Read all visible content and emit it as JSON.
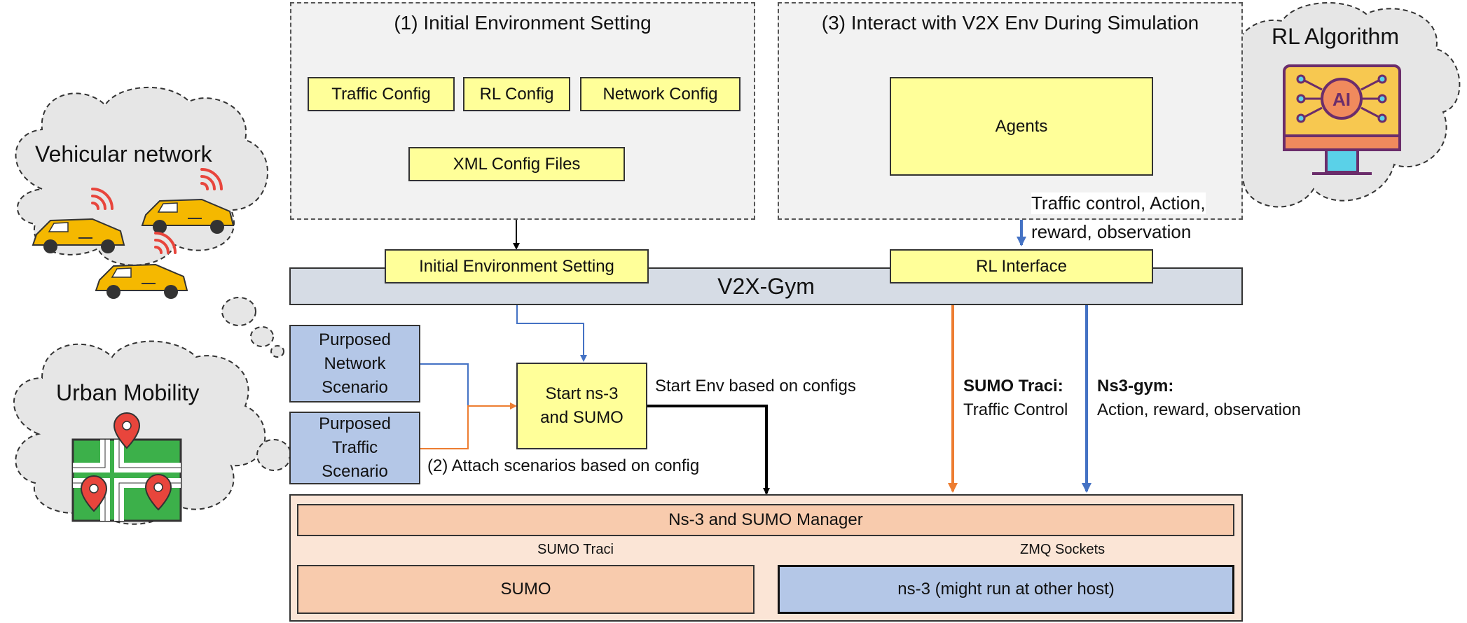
{
  "panels": {
    "initial_env": {
      "title": "(1) Initial Environment Setting"
    },
    "interact": {
      "title": "(3) Interact with V2X Env During Simulation"
    }
  },
  "config_boxes": {
    "traffic": "Traffic Config",
    "rl": "RL Config",
    "network": "Network Config",
    "xml": "XML Config Files"
  },
  "gym": {
    "title": "V2X-Gym",
    "init_setting": "Initial Environment Setting",
    "rl_interface": "RL Interface"
  },
  "agents": {
    "label": "Agents"
  },
  "agent_link_label": [
    "Traffic control, Action,",
    "reward, observation"
  ],
  "scenarios": {
    "network": [
      "Purposed",
      "Network",
      "Scenario"
    ],
    "traffic": [
      "Purposed",
      "Traffic",
      "Scenario"
    ]
  },
  "start_box": [
    "Start ns-3",
    "and SUMO"
  ],
  "labels": {
    "start_env": "Start Env based on configs",
    "attach": "(2) Attach scenarios based on config",
    "sumo_traci_bold": "SUMO Traci:",
    "sumo_traci_sub": "Traffic Control",
    "ns3gym_bold": "Ns3-gym:",
    "ns3gym_sub": "Action, reward, observation"
  },
  "manager": {
    "title": "Ns-3 and SUMO Manager",
    "sumo_traci": "SUMO Traci",
    "zmq": "ZMQ Sockets",
    "sumo": "SUMO",
    "ns3": "ns-3 (might run at other host)"
  },
  "clouds": {
    "vehicular": "Vehicular network",
    "urban": "Urban Mobility",
    "rl": "RL Algorithm"
  },
  "icons": {
    "ai_text": "AI"
  },
  "colors": {
    "yellow_box": "#ffff99",
    "blue_box": "#b4c7e7",
    "orange_box": "#f8cbad",
    "manager_bg": "#fbe5d6",
    "gym_bar": "#d6dce5",
    "blue_arrow": "#4472c4",
    "orange_arrow": "#ed7d31"
  }
}
